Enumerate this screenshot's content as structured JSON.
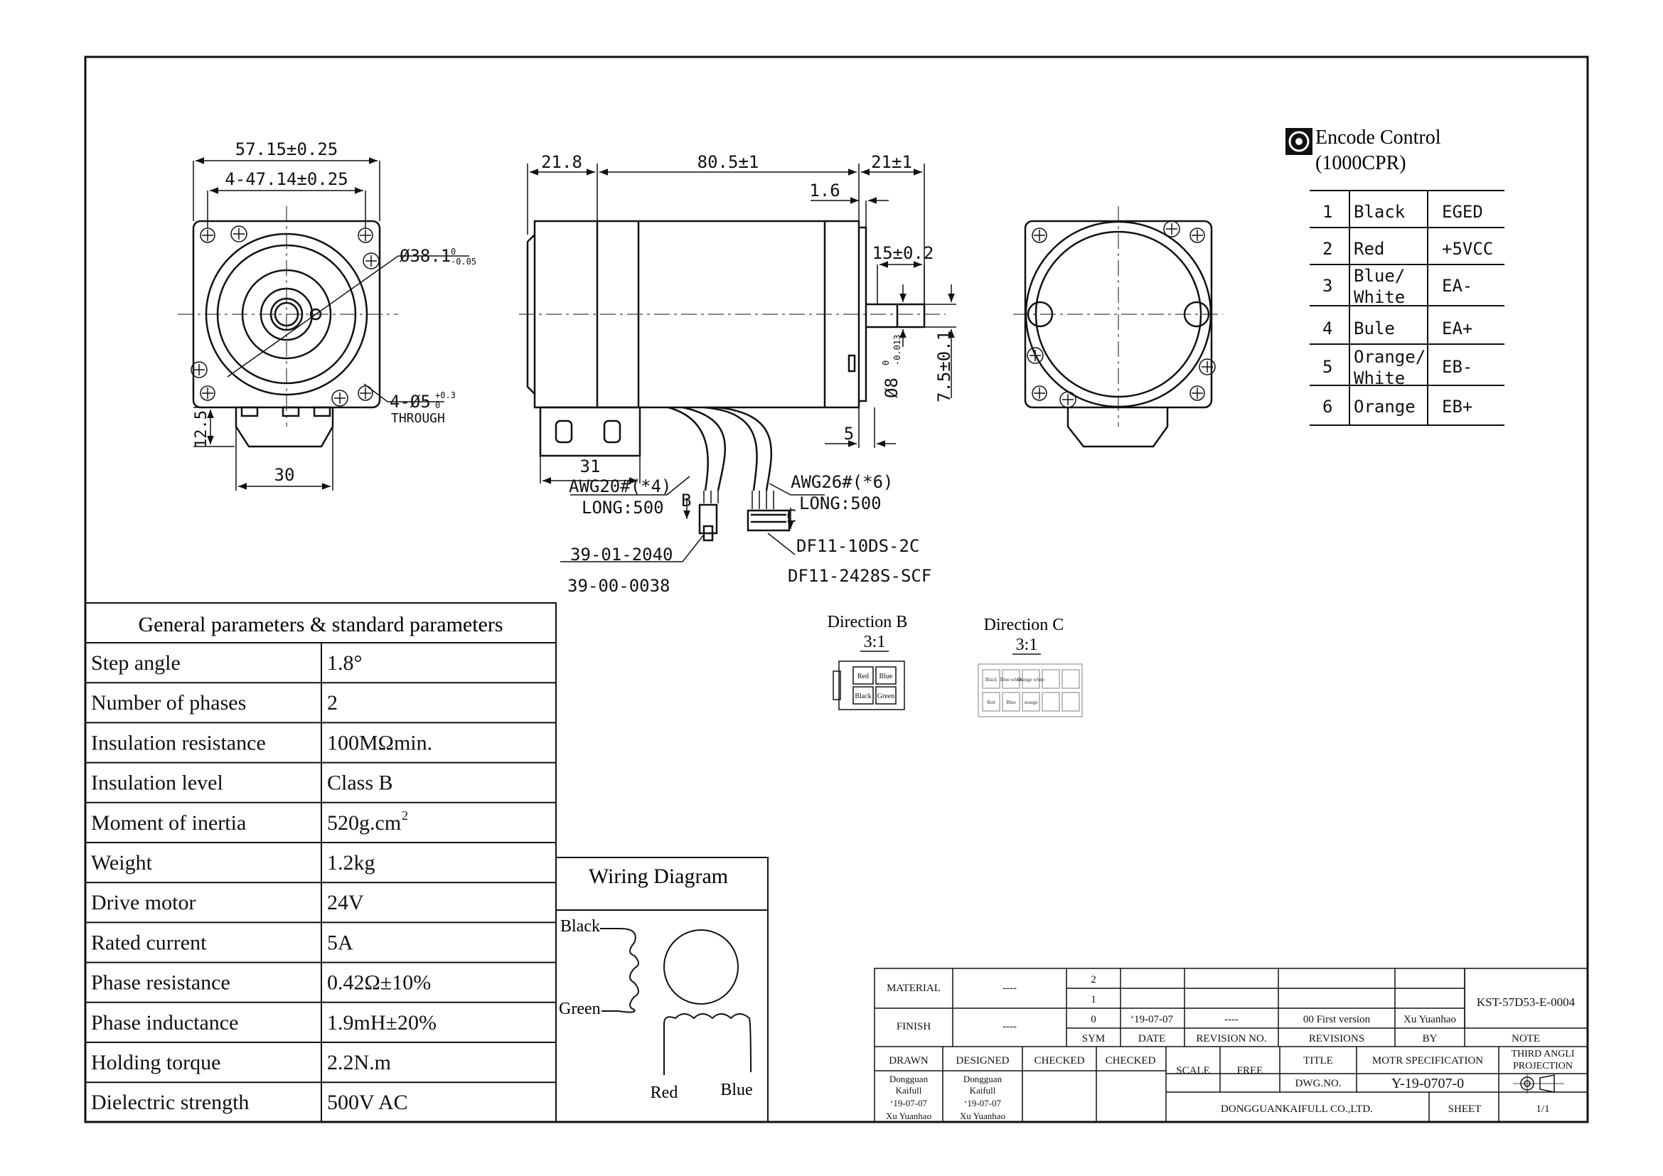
{
  "front_view": {
    "dims": {
      "width": "57.15±0.25",
      "hole_pitch": "4-47.14±0.25",
      "pilot_dia": "Ø38.1",
      "pilot_tol_top": "0",
      "pilot_tol_bottom": "-0.05",
      "mount_hole": "4-Ø5",
      "mount_hole_tol_top": "+0.3",
      "mount_hole_tol_bottom": "0",
      "through": "THROUGH",
      "height_offset": "12.5",
      "bottom_width": "30"
    }
  },
  "side_view": {
    "dims": {
      "front_len": "21.8",
      "body_len": "80.5±1",
      "shaft_len": "21±1",
      "flange_thk": "1.6",
      "flat_len": "15±0.2",
      "shaft_dia": "Ø8",
      "shaft_tol_top": "0",
      "shaft_tol_bottom": "-0.013",
      "flat_height": "7.5±0.1",
      "key_offset": "5",
      "connector_len": "31"
    },
    "cables": {
      "power_wire": "AWG20#(*4)",
      "power_len": "LONG:500",
      "encoder_wire": "AWG26#(*6)",
      "encoder_len": "LONG:500",
      "conn_b1": "39-01-2040",
      "conn_b2": "39-00-0038",
      "conn_c1": "DF11-10DS-2C",
      "conn_c2": "DF11-2428S-SCF",
      "label_b": "B",
      "label_c": "C"
    }
  },
  "directions": {
    "b_title": "Direction B",
    "b_scale": "3:1",
    "c_title": "Direction C",
    "c_scale": "3:1",
    "b_pins": [
      "Red",
      "Blue",
      "Black",
      "Green"
    ],
    "c_pins": [
      "Black",
      "Blue white",
      "Orange white",
      "Red",
      "Blue",
      "orange"
    ]
  },
  "encoder": {
    "title": "Encode Control",
    "subtitle": "(1000CPR)",
    "rows": [
      {
        "no": "1",
        "color": "Black",
        "signal": "EGED"
      },
      {
        "no": "2",
        "color": "Red",
        "signal": "+5VCC"
      },
      {
        "no": "3",
        "color": "Blue/ White",
        "signal": "EA-"
      },
      {
        "no": "4",
        "color": "Bule",
        "signal": "EA+"
      },
      {
        "no": "5",
        "color": "Orange/ White",
        "signal": "EB-"
      },
      {
        "no": "6",
        "color": "Orange",
        "signal": "EB+"
      }
    ]
  },
  "params": {
    "title": "General parameters & standard parameters",
    "rows": [
      {
        "label": "Step angle",
        "value": "1.8°"
      },
      {
        "label": "Number of phases",
        "value": "2"
      },
      {
        "label": "Insulation resistance",
        "value": "100MΩmin."
      },
      {
        "label": "Insulation level",
        "value": "Class B"
      },
      {
        "label": "Moment of inertia",
        "value": "520g.cm"
      },
      {
        "label": "Weight",
        "value": "1.2kg"
      },
      {
        "label": "Drive motor",
        "value": "24V"
      },
      {
        "label": "Rated current",
        "value": "5A"
      },
      {
        "label": "Phase resistance",
        "value": "0.42Ω±10%"
      },
      {
        "label": "Phase inductance",
        "value": "1.9mH±20%"
      },
      {
        "label": "Holding torque",
        "value": "2.2N.m"
      },
      {
        "label": "Dielectric strength",
        "value": "500V AC"
      }
    ],
    "inertia_sup": "2"
  },
  "wiring": {
    "title": "Wiring Diagram",
    "black": "Black",
    "green": "Green",
    "red": "Red",
    "blue": "Blue"
  },
  "title_block": {
    "material_label": "MATERIAL",
    "material_value": "----",
    "finish_label": "FINISH",
    "finish_value": "----",
    "rev_2": "2",
    "rev_1": "1",
    "rev_0": "0",
    "rev_date": "‘19-07-07",
    "rev_no": "----",
    "rev_desc": "00 First version",
    "rev_by": "Xu Yuanhao",
    "sym": "SYM",
    "date": "DATE",
    "revision_no": "REVISION NO.",
    "revisions": "REVISIONS",
    "by": "BY",
    "note": "NOTE",
    "part_no": "KST-57D53-E-0004",
    "drawn": "DRAWN",
    "designed": "DESIGNED",
    "checked1": "CHECKED",
    "checked2": "CHECKED",
    "drawn_co1": "Dongguan",
    "drawn_co2": "Kaifull",
    "drawn_date": "‘19-07-07",
    "drawn_name": "Xu Yuanhao",
    "scale": "SCALE",
    "free": "FREE",
    "title_label": "TITLE",
    "title_value": "MOTR SPECIFICATION",
    "projection1": "THIRD ANGLI",
    "projection2": "PROJECTION",
    "dwgno_label": "DWG.NO.",
    "dwgno_value": "Y-19-0707-0",
    "company": "DONGGUANKAIFULL CO.,LTD.",
    "sheet_label": "SHEET",
    "sheet_value": "1/1"
  }
}
